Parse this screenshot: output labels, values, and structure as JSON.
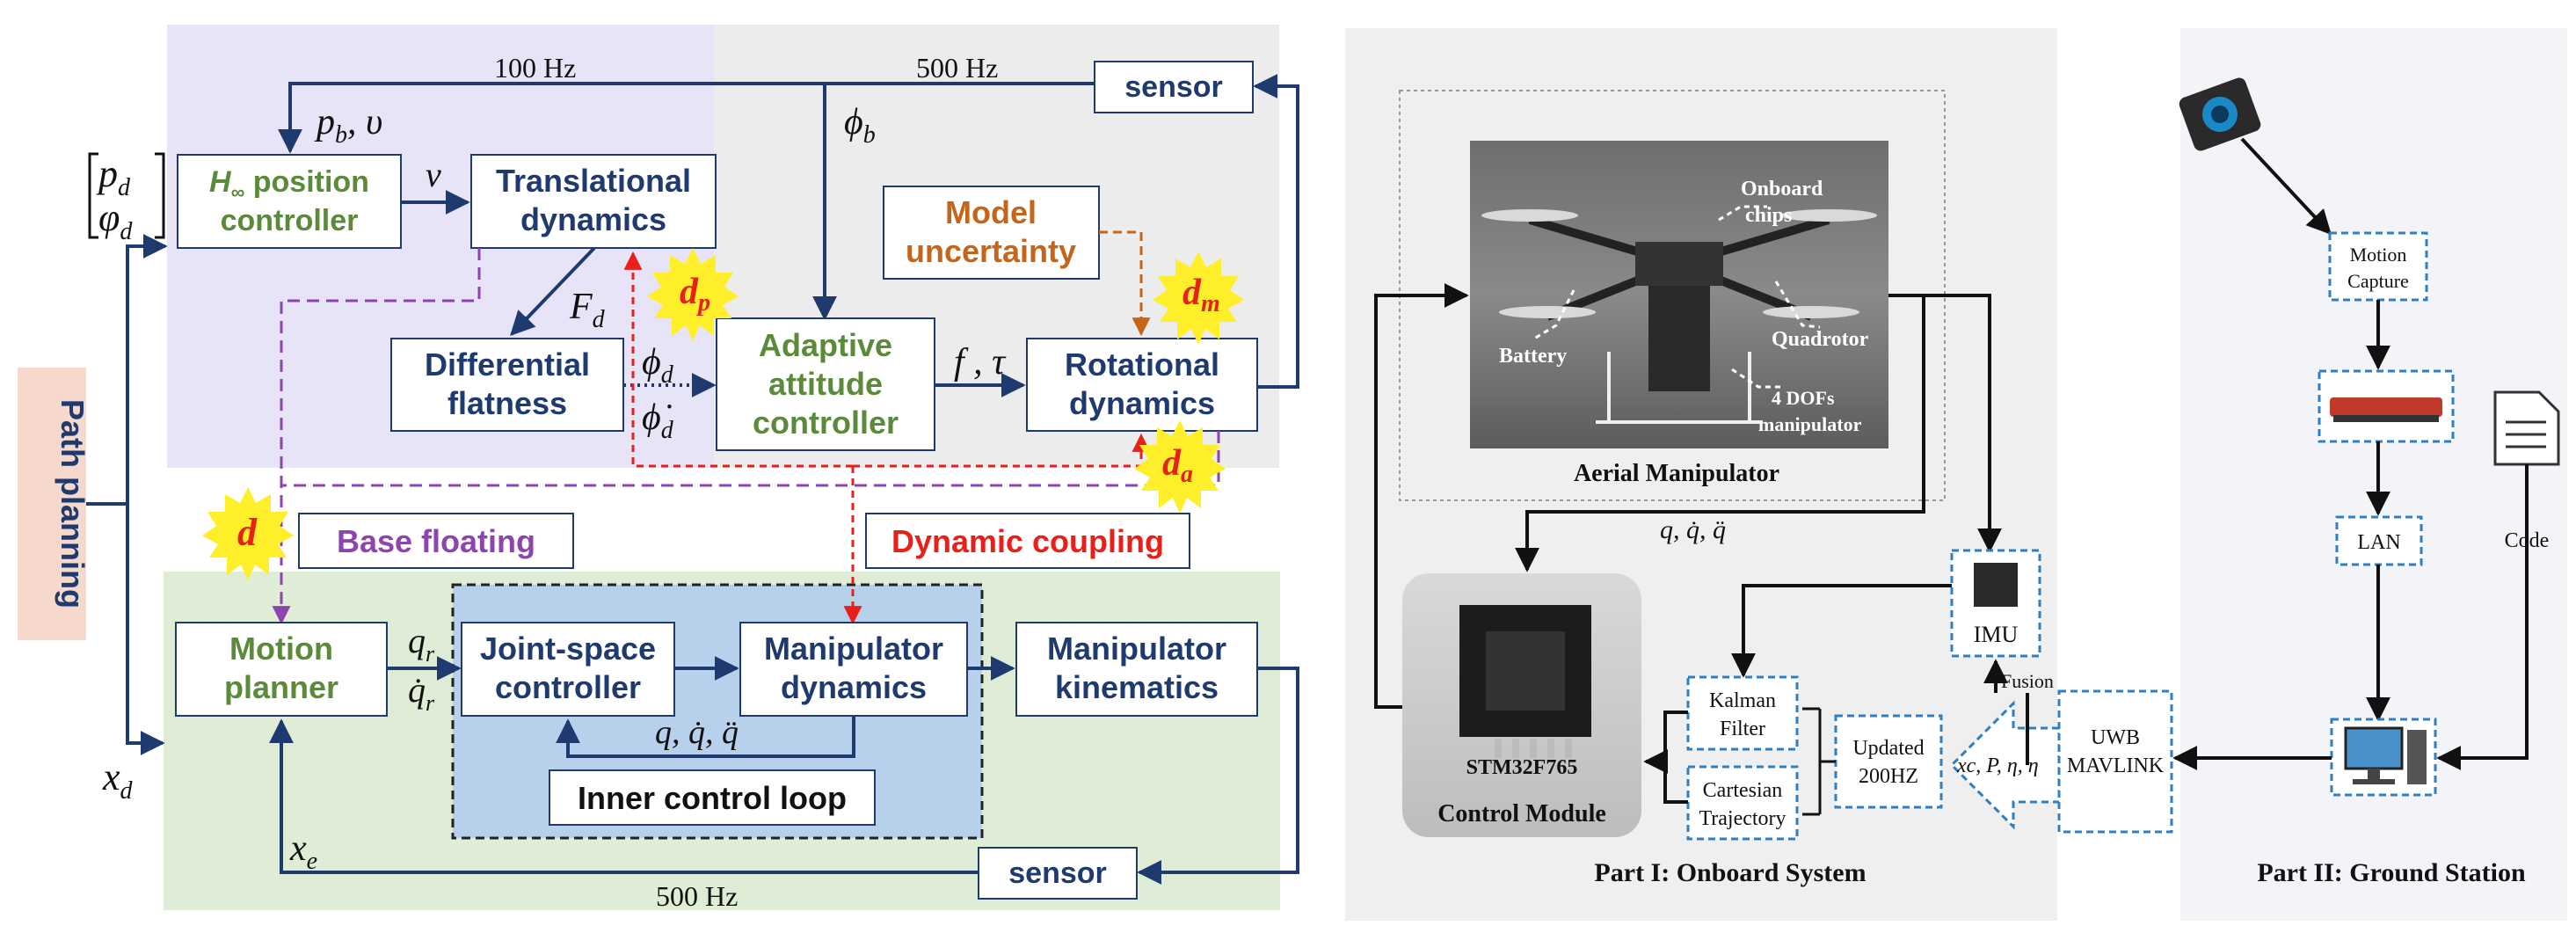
{
  "left": {
    "freq_100": "100 Hz",
    "freq_500_top": "500 Hz",
    "freq_500_bottom": "500 Hz",
    "sensor_top": "sensor",
    "sensor_bottom": "sensor",
    "input_p": "p",
    "input_p_sub": "d",
    "input_phi": "φ",
    "input_phi_sub": "d",
    "pb_v": "p",
    "pb_v_sub": "b",
    "pb_v_tail": ", υ",
    "nu": "ν",
    "phi_b": "ϕ",
    "phi_b_sub": "b",
    "Fd": "F",
    "Fd_sub": "d",
    "phid": "ϕ",
    "phid_sub": "d",
    "phid_dot": "ϕ̇",
    "f_tau": "f , τ",
    "qr": "q",
    "qr_sub": "r",
    "qr_dot": "q̇",
    "q_feedback": "q, q̇, q̈",
    "xd": "x",
    "xd_sub": "d",
    "xe": "x",
    "xe_sub": "e",
    "hinf_line1_a": "H",
    "hinf_line1_sub": "∞",
    "hinf_line1_b": " position",
    "hinf_line2": "controller",
    "translational_1": "Translational",
    "translational_2": "dynamics",
    "differential_1": "Differential",
    "differential_2": "flatness",
    "adaptive_1": "Adaptive",
    "adaptive_2": "attitude",
    "adaptive_3": "controller",
    "rotational_1": "Rotational",
    "rotational_2": "dynamics",
    "model_1": "Model",
    "model_2": "uncertainty",
    "base_floating": "Base floating",
    "dynamic_coupling": "Dynamic coupling",
    "motion_1": "Motion",
    "motion_2": "planner",
    "joint_1": "Joint-space",
    "joint_2": "controller",
    "manip_dyn_1": "Manipulator",
    "manip_dyn_2": "dynamics",
    "manip_kin_1": "Manipulator",
    "manip_kin_2": "kinematics",
    "inner_loop": "Inner control loop",
    "path_planning": "Path planning",
    "dist_p": "d",
    "dist_p_sub": "p",
    "dist_m": "d",
    "dist_m_sub": "m",
    "dist_a": "d",
    "dist_a_sub": "a",
    "dist_d": "d"
  },
  "part1": {
    "photo_onboard_1": "Onboard",
    "photo_onboard_2": "chips",
    "photo_battery": "Battery",
    "photo_quadrotor": "Quadrotor",
    "photo_dofs_1": "4 DOFs",
    "photo_dofs_2": "manipulator",
    "aerial_manipulator": "Aerial Manipulator",
    "q_label": "q, q̇, q̈",
    "stm": "STM32F765",
    "control_module": "Control Module",
    "imu": "IMU",
    "fusion": "Fusion",
    "kalman_1": "Kalman",
    "kalman_2": "Filter",
    "cartesian_1": "Cartesian",
    "cartesian_2": "Trajectory",
    "updated_1": "Updated",
    "updated_2": "200HZ",
    "state_vars": "x",
    "state_vars_rest": "c, P, η, η",
    "uwb_1": "UWB",
    "uwb_2": "MAVLINK",
    "title": "Part I: Onboard System"
  },
  "part2": {
    "motion_capture_1": "Motion",
    "motion_capture_2": "Capture",
    "lan": "LAN",
    "code": "Code",
    "title": "Part II: Ground Station"
  },
  "colors": {
    "navy": "#1f3a6e",
    "green": "#5a8a3a",
    "orange": "#c4651a",
    "purple": "#8e44ad",
    "red": "#e8201a",
    "blue_dashed": "#2f7fc1",
    "lavender_bg": "#e8e4f7",
    "gray_bg": "#ececec",
    "green_bg": "#dfecd6",
    "inner_bg": "#b7d1ec",
    "path_bg": "#f6d9cc",
    "panel1_bg": "#efefef",
    "panel2_bg": "#f2f4f8",
    "star_fill": "#ffef2a"
  }
}
